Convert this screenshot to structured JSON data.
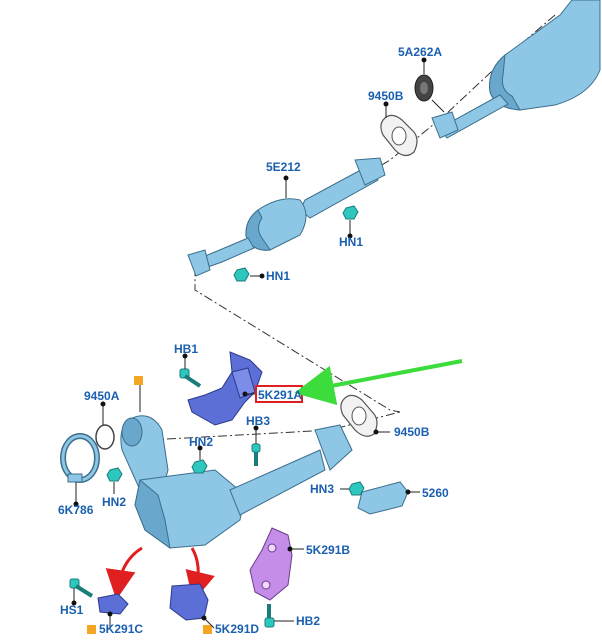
{
  "labels": {
    "a5a262a": "5A262A",
    "a9450b_top": "9450B",
    "a5e212": "5E212",
    "hn1_upper": "HN1",
    "hn1_lower": "HN1",
    "hb1": "HB1",
    "a5k291a": "5K291A",
    "a9450a": "9450A",
    "hb3": "HB3",
    "a9450b_lower": "9450B",
    "hn2_right": "HN2",
    "hn2_left": "HN2",
    "a6k786": "6K786",
    "hn3": "HN3",
    "a5260": "5260",
    "a5k291b": "5K291B",
    "hs1": "HS1",
    "a5k291c": "5K291C",
    "a5k291d": "5K291D",
    "hb2": "HB2"
  },
  "colors": {
    "label_text": "#1a5fb0",
    "highlight_box": "#e02020",
    "pointer_arrow": "#3bdc3b",
    "swap_arrow": "#e02020",
    "marker_square": "#f5a623",
    "pipe": "#8ec6e6",
    "bracket_blue": "#5b6fd6",
    "bracket_purple": "#c48de8",
    "fastener": "#2ec7c0"
  },
  "icons": [
    "orange-square-marker",
    "green-pointer-arrow",
    "red-curved-arrow"
  ]
}
